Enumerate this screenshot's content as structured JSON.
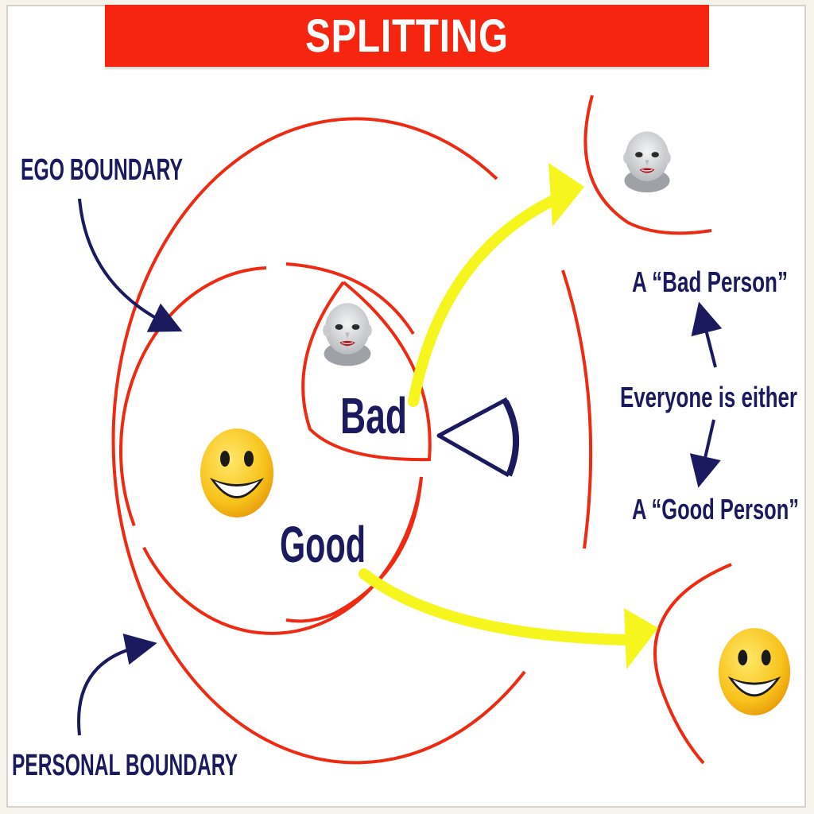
{
  "title": "SPLITTING",
  "labels": {
    "ego_boundary": "EGO BOUNDARY",
    "personal_boundary": "PERSONAL BOUNDARY",
    "bad": "Bad",
    "good": "Good",
    "bad_person": "A “Bad Person”",
    "everyone_is_either": "Everyone is either",
    "good_person": "A “Good Person”"
  },
  "colors": {
    "title_bar": "#f5250f",
    "boundary_line": "#ee2a12",
    "arrow_yellow": "#f6f51e",
    "text_navy": "#1b1a5e",
    "smiley": "#f7c21a"
  },
  "icons": {
    "baby_face": "creepy-baby-face-icon",
    "smiley": "smiley-face-icon",
    "eye": "eye-icon"
  }
}
